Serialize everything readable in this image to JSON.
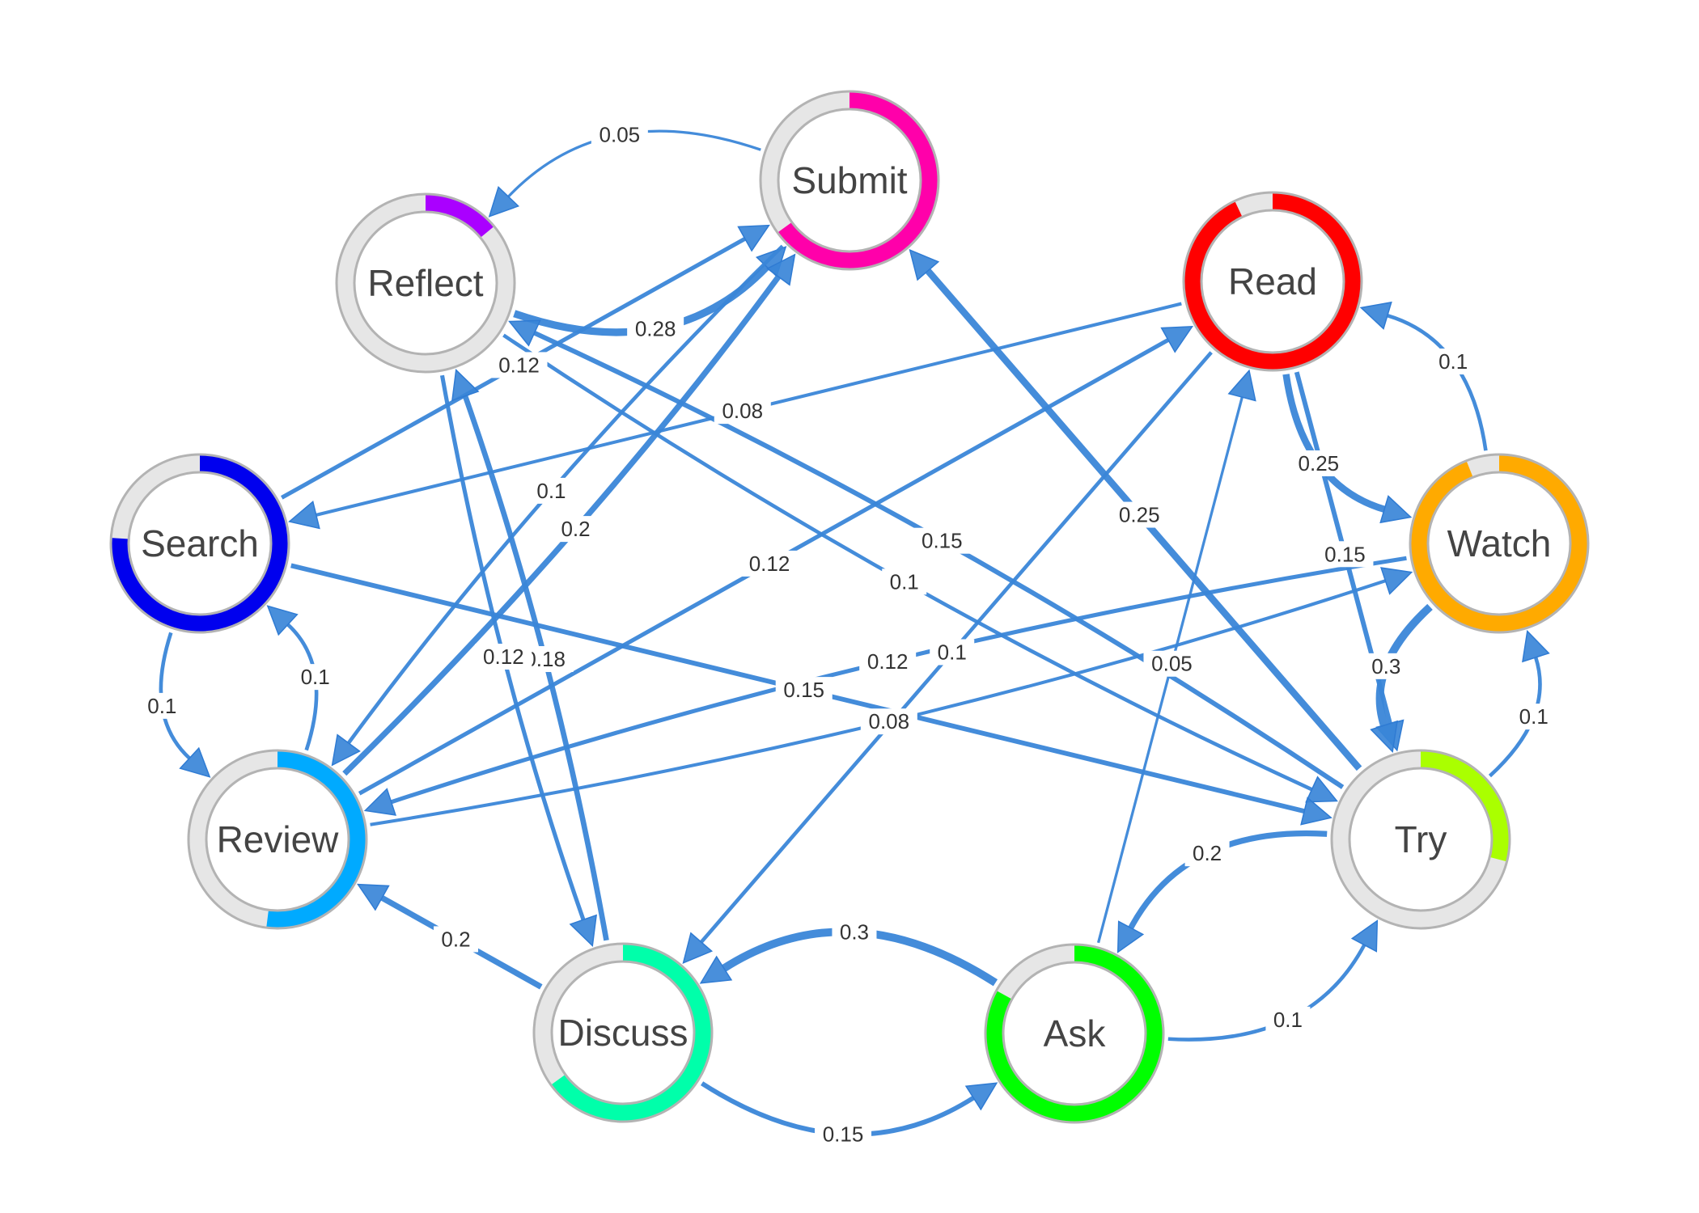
{
  "diagram": {
    "type": "transition-network",
    "nodes": [
      {
        "id": "Submit",
        "label": "Submit",
        "color": "#ff00aa",
        "fraction": 0.65
      },
      {
        "id": "Reflect",
        "label": "Reflect",
        "color": "#aa00ff",
        "fraction": 0.14
      },
      {
        "id": "Read",
        "label": "Read",
        "color": "#ff0000",
        "fraction": 0.93
      },
      {
        "id": "Search",
        "label": "Search",
        "color": "#0000ee",
        "fraction": 0.76
      },
      {
        "id": "Watch",
        "label": "Watch",
        "color": "#ffaa00",
        "fraction": 0.94
      },
      {
        "id": "Review",
        "label": "Review",
        "color": "#00aaff",
        "fraction": 0.52
      },
      {
        "id": "Try",
        "label": "Try",
        "color": "#aaff00",
        "fraction": 0.29
      },
      {
        "id": "Discuss",
        "label": "Discuss",
        "color": "#00ffaa",
        "fraction": 0.65
      },
      {
        "id": "Ask",
        "label": "Ask",
        "color": "#00ff00",
        "fraction": 0.83
      }
    ],
    "edges": [
      {
        "from": "Reflect",
        "to": "Submit",
        "weight": 0.28,
        "label": "0.28"
      },
      {
        "from": "Submit",
        "to": "Reflect",
        "weight": 0.05,
        "label": "0.05"
      },
      {
        "from": "Search",
        "to": "Submit",
        "weight": 0.12,
        "label": "0.12"
      },
      {
        "from": "Review",
        "to": "Submit",
        "weight": 0.2,
        "label": "0.2"
      },
      {
        "from": "Submit",
        "to": "Review",
        "weight": 0.1,
        "label": "0.1"
      },
      {
        "from": "Read",
        "to": "Search",
        "weight": 0.08,
        "label": "0.08"
      },
      {
        "from": "Try",
        "to": "Reflect",
        "weight": 0.15,
        "label": "0.15"
      },
      {
        "from": "Reflect",
        "to": "Try",
        "weight": 0.1,
        "label": "0.1"
      },
      {
        "from": "Discuss",
        "to": "Reflect",
        "weight": 0.18,
        "label": "0.18"
      },
      {
        "from": "Reflect",
        "to": "Discuss",
        "weight": 0.12,
        "label": "0.12"
      },
      {
        "from": "Try",
        "to": "Submit",
        "weight": 0.25,
        "label": "0.25"
      },
      {
        "from": "Read",
        "to": "Watch",
        "weight": 0.25,
        "label": "0.25"
      },
      {
        "from": "Watch",
        "to": "Read",
        "weight": 0.1,
        "label": "0.1"
      },
      {
        "from": "Read",
        "to": "Try",
        "weight": 0.15,
        "label": "0.15"
      },
      {
        "from": "Watch",
        "to": "Try",
        "weight": 0.3,
        "label": "0.3"
      },
      {
        "from": "Try",
        "to": "Watch",
        "weight": 0.1,
        "label": "0.1"
      },
      {
        "from": "Review",
        "to": "Read",
        "weight": 0.12,
        "label": "0.12"
      },
      {
        "from": "Read",
        "to": "Discuss",
        "weight": 0.1,
        "label": "0.1"
      },
      {
        "from": "Ask",
        "to": "Read",
        "weight": 0.05,
        "label": "0.05"
      },
      {
        "from": "Search",
        "to": "Try",
        "weight": 0.15,
        "label": "0.15"
      },
      {
        "from": "Review",
        "to": "Watch",
        "weight": 0.08,
        "label": "0.08"
      },
      {
        "from": "Watch",
        "to": "Review",
        "weight": 0.12,
        "label": "0.12"
      },
      {
        "from": "Search",
        "to": "Review",
        "weight": 0.1,
        "label": "0.1"
      },
      {
        "from": "Review",
        "to": "Search",
        "weight": 0.1,
        "label": "0.1"
      },
      {
        "from": "Discuss",
        "to": "Review",
        "weight": 0.2,
        "label": "0.2"
      },
      {
        "from": "Discuss",
        "to": "Ask",
        "weight": 0.15,
        "label": "0.15"
      },
      {
        "from": "Ask",
        "to": "Discuss",
        "weight": 0.3,
        "label": "0.3"
      },
      {
        "from": "Ask",
        "to": "Try",
        "weight": 0.1,
        "label": "0.1"
      },
      {
        "from": "Try",
        "to": "Ask",
        "weight": 0.2,
        "label": "0.2"
      }
    ]
  }
}
